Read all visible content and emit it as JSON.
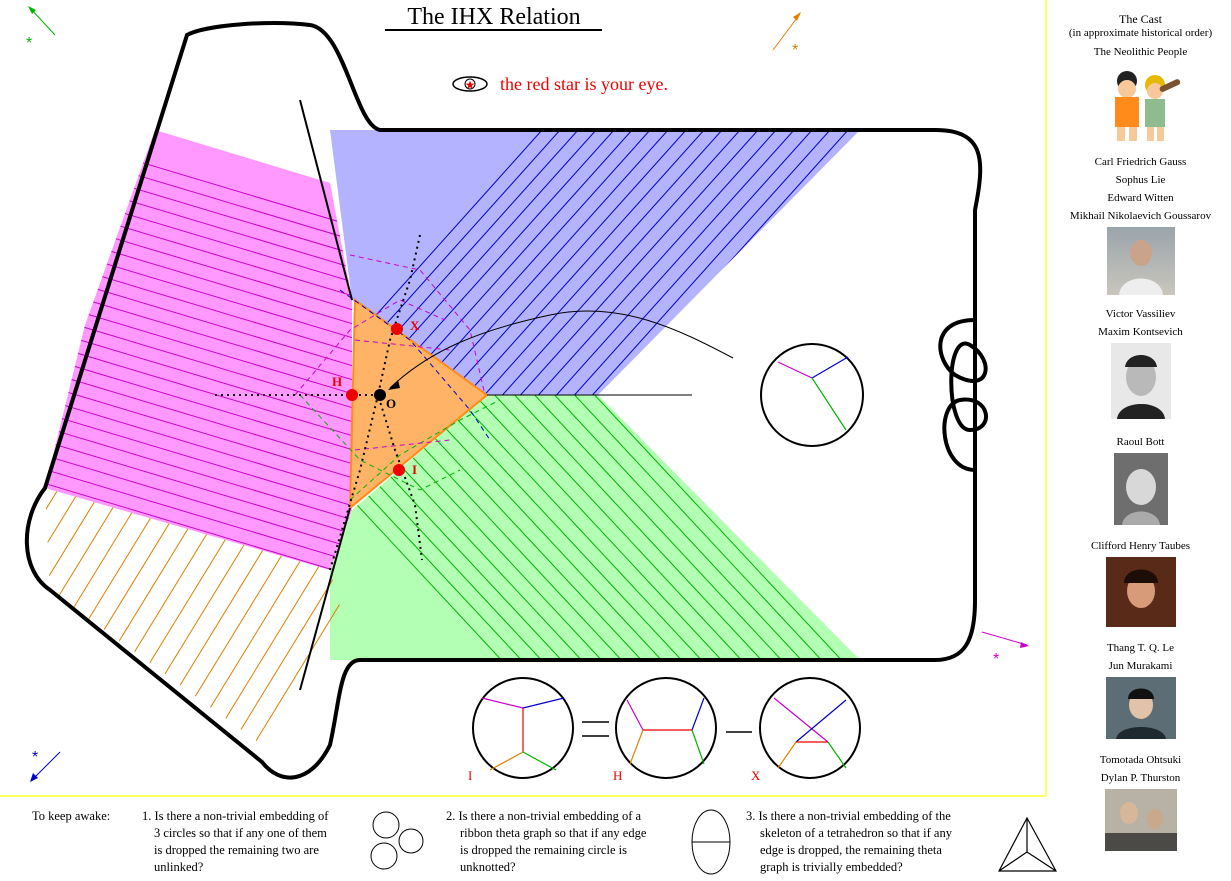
{
  "title": "The IHX Relation",
  "eye_caption": "the red star is your eye.",
  "labels": {
    "x": "X",
    "h": "H",
    "o": "O",
    "i": "I"
  },
  "relation_labels": {
    "i": "I",
    "h": "H",
    "x": "X"
  },
  "star": "*",
  "cast": {
    "heading": "The Cast",
    "subheading": "(in approximate historical order)",
    "groups": [
      {
        "names": [
          "The Neolithic People"
        ]
      },
      {
        "names": [
          "Carl Friedrich Gauss",
          "Sophus Lie",
          "Edward Witten",
          "Mikhail Nikolaevich Goussarov"
        ]
      },
      {
        "names": [
          "Victor Vassiliev",
          "Maxim Kontsevich"
        ]
      },
      {
        "names": [
          "Raoul Bott"
        ]
      },
      {
        "names": [
          "Clifford Henry Taubes"
        ]
      },
      {
        "names": [
          "Thang T. Q. Le",
          "Jun Murakami"
        ]
      },
      {
        "names": [
          "Tomotada Ohtsuki",
          "Dylan P. Thurston"
        ]
      }
    ]
  },
  "bottom": {
    "intro": "To keep awake:",
    "q1": [
      "1. Is there a non-trivial embedding of",
      "3 circles so that if any one of them",
      "is dropped the remaining two are",
      "unlinked?"
    ],
    "q2": [
      "2. Is there a non-trivial embedding of a",
      "ribbon theta graph so that if any edge",
      "is dropped the remaining circle is",
      "unknotted?"
    ],
    "q3": [
      "3. Is there a non-trivial embedding of the",
      "skeleton of a tetrahedron so that if any",
      "edge is dropped, the remaining theta",
      "graph is trivially embedded?"
    ]
  },
  "colors": {
    "pink": "#ff99ff",
    "blue": "#b3b3ff",
    "green": "#b3ffb3",
    "orange": "#ffb366",
    "magenta_line": "#cc00cc",
    "blue_line": "#0000cc",
    "green_line": "#00b300",
    "orange_line": "#e08000",
    "red": "#ee0000",
    "frame": "#ffff66"
  }
}
